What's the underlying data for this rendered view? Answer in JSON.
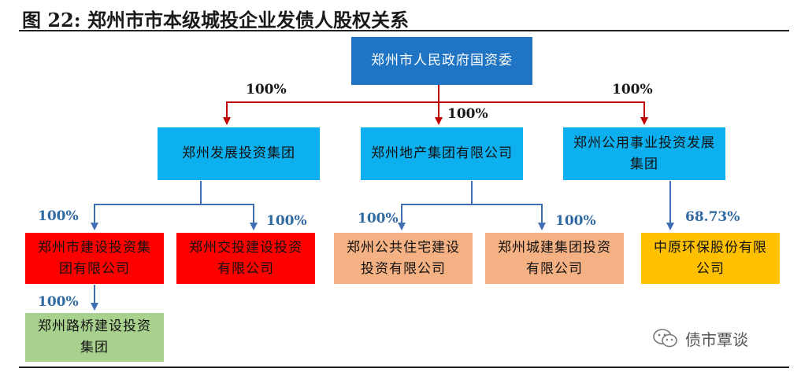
{
  "title": "图 22:  郑州市市本级城投企业发债人股权关系",
  "nodes": {
    "root": "郑州市人民政府国资委",
    "dev_group": "郑州发展投资集团",
    "realestate_group": "郑州地产集团有限公司",
    "utility_group": "郑州公用事业投资发展集团",
    "construction_invest": "郑州市建设投资集团有限公司",
    "traffic_invest": "郑州交投建设投资有限公司",
    "housing_invest": "郑州公共住宅建设投资有限公司",
    "citybuild_invest": "郑州城建集团投资有限公司",
    "zhongyuan_env": "中原环保股份有限公司",
    "road_bridge": "郑州路桥建设投资集团"
  },
  "percentages": {
    "root_to_dev": "100%",
    "root_to_realestate": "100%",
    "root_to_utility": "100%",
    "dev_to_construction": "100%",
    "dev_to_traffic": "100%",
    "realestate_to_housing": "100%",
    "realestate_to_citybuild": "100%",
    "utility_to_zhongyuan": "68.73%",
    "construction_to_roadbridge": "100%"
  },
  "watermark": {
    "text": "债市覃谈",
    "icon": "wechat-icon"
  },
  "colors": {
    "root": "#1f75c4",
    "level1": "#0db0ee",
    "red": "#ff0000",
    "salmon": "#f4b183",
    "gold": "#ffc000",
    "green": "#a9d18e",
    "arrow_red": "#c00000",
    "arrow_blue": "#3f6eb5"
  }
}
